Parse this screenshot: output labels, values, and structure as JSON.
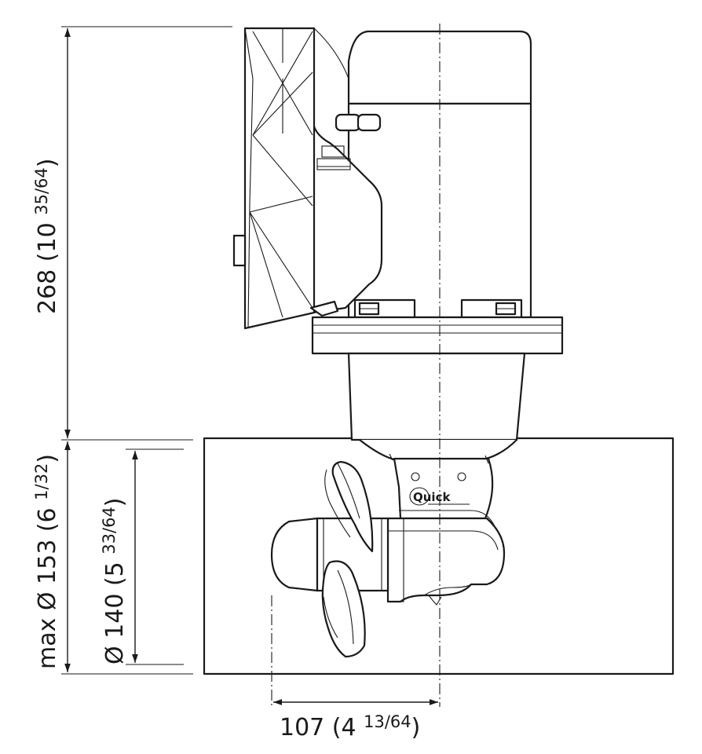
{
  "dimensions": {
    "total_height": {
      "main": "268 (10 ",
      "frac": "35/64"
    },
    "max_tunnel_diameter": {
      "main": "max Ø 153 (6 ",
      "frac": "1/32"
    },
    "tunnel_diameter": {
      "main": "Ø 140 (5 ",
      "frac": "33/64"
    },
    "offset": {
      "main": "107 (4 ",
      "frac": "13/64"
    }
  },
  "brand": {
    "logo_text": "Quick"
  },
  "colors": {
    "line": "#1a1a1a",
    "background": "#ffffff"
  }
}
